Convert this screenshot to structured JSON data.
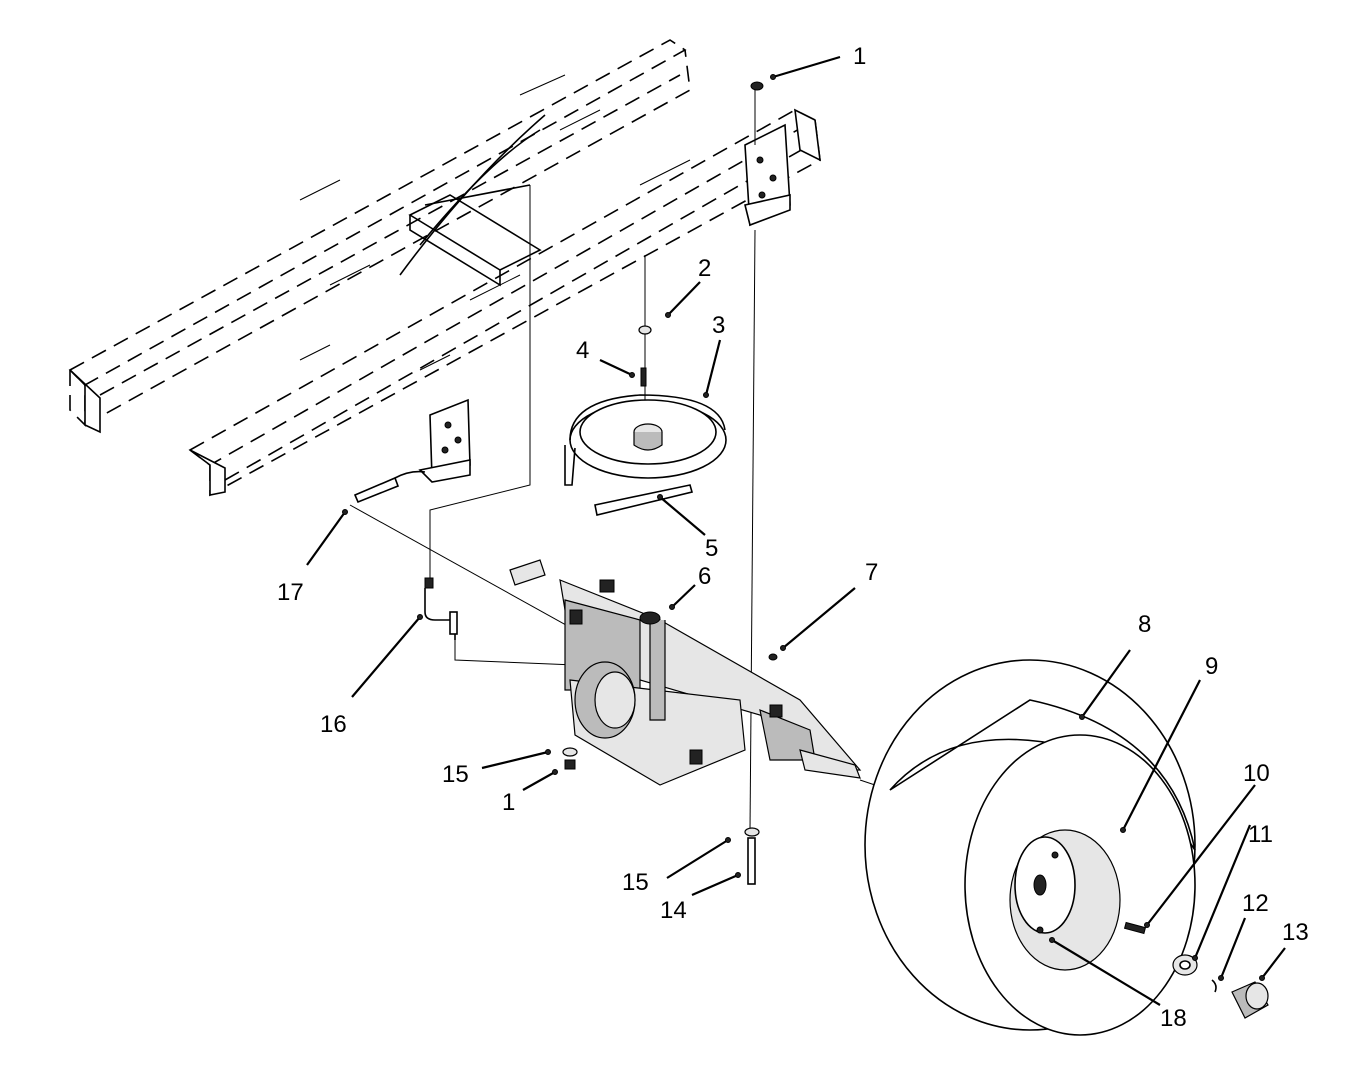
{
  "callouts": [
    {
      "id": "c1a",
      "text": "1"
    },
    {
      "id": "c2",
      "text": "2"
    },
    {
      "id": "c3",
      "text": "3"
    },
    {
      "id": "c4",
      "text": "4"
    },
    {
      "id": "c5",
      "text": "5"
    },
    {
      "id": "c6",
      "text": "6"
    },
    {
      "id": "c7",
      "text": "7"
    },
    {
      "id": "c8",
      "text": "8"
    },
    {
      "id": "c9",
      "text": "9"
    },
    {
      "id": "c10",
      "text": "10"
    },
    {
      "id": "c11",
      "text": "11"
    },
    {
      "id": "c12",
      "text": "12"
    },
    {
      "id": "c13",
      "text": "13"
    },
    {
      "id": "c14",
      "text": "14"
    },
    {
      "id": "c15a",
      "text": "15"
    },
    {
      "id": "c15b",
      "text": "15"
    },
    {
      "id": "c16",
      "text": "16"
    },
    {
      "id": "c17",
      "text": "17"
    },
    {
      "id": "c18",
      "text": "18"
    },
    {
      "id": "c1b",
      "text": "1"
    }
  ]
}
